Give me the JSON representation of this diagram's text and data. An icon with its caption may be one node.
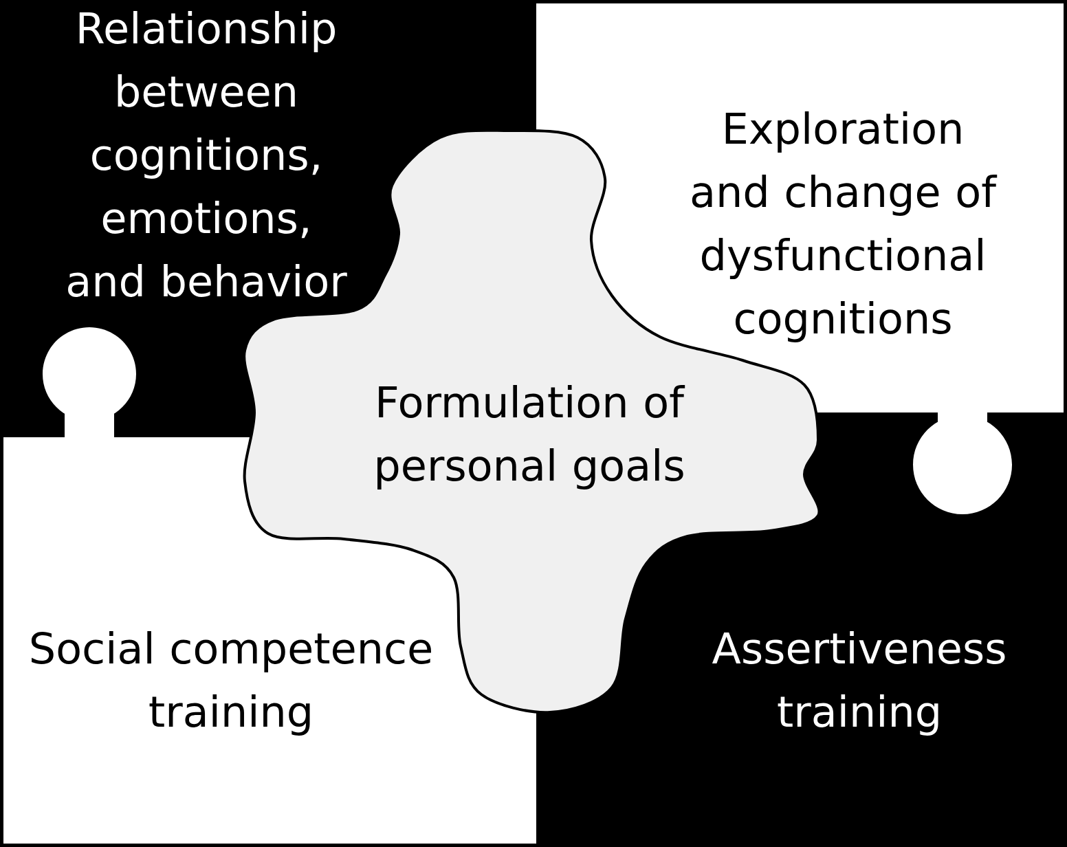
{
  "diagram": {
    "nodes": [
      {
        "text": [
          "Relationship between cognitions, emotions, and behavior"
        ]
      },
      {
        "text": [
          "Exploration and change of dysfunctional cognitions"
        ]
      },
      {
        "text": [
          "Formulation of personal goals"
        ]
      },
      {
        "text": [
          "Social competence training"
        ]
      },
      {
        "text": [
          "Assertiveness training"
        ]
      }
    ]
  }
}
